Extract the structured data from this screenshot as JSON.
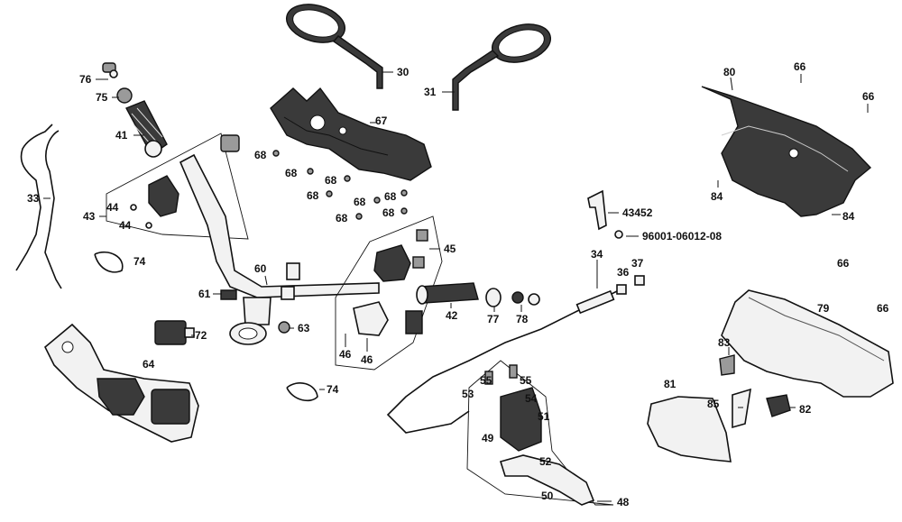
{
  "callouts": {
    "c30": "30",
    "c31": "31",
    "c76": "76",
    "c75": "75",
    "c41": "41",
    "c67": "67",
    "c80": "80",
    "c66a": "66",
    "c66b": "66",
    "c68a": "68",
    "c68b": "68",
    "c68c": "68",
    "c68d": "68",
    "c68e": "68",
    "c68f": "68",
    "c68g": "68",
    "c68h": "68",
    "c33": "33",
    "c43": "43",
    "c44a": "44",
    "c44b": "44",
    "c84a": "84",
    "c84b": "84",
    "c43452": "43452",
    "c96001": "96001-06012-08",
    "c45": "45",
    "c74a": "74",
    "c74b": "74",
    "c34": "34",
    "c36": "36",
    "c37": "37",
    "c60": "60",
    "c61": "61",
    "c63": "63",
    "c42": "42",
    "c77": "77",
    "c78": "78",
    "c66c": "66",
    "c66d": "66",
    "c79": "79",
    "c72": "72",
    "c46a": "46",
    "c46b": "46",
    "c64": "64",
    "c83": "83",
    "c55a": "55",
    "c55b": "55",
    "c53": "53",
    "c54": "54",
    "c81": "81",
    "c85": "85",
    "c82": "82",
    "c51": "51",
    "c49": "49",
    "c52": "52",
    "c50": "50",
    "c48": "48"
  }
}
